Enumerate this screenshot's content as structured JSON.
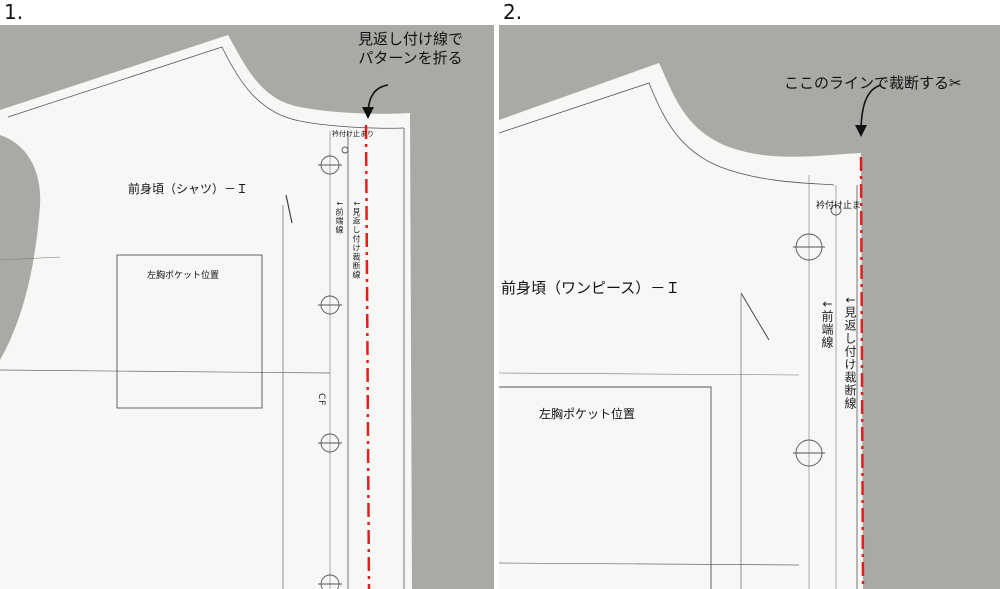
{
  "steps": [
    {
      "number": "1.",
      "pattern_title": "前身頃（シャツ）－Ｉ",
      "pocket_label": "左胸ポケット位置",
      "collar_stop": "衿付け止まり",
      "front_edge_line": "↓前端線",
      "facing_line": "↓見返し付け裁断線",
      "center_front": "CF",
      "callout_line1": "見返し付け線で",
      "callout_line2": "パターンを折る"
    },
    {
      "number": "2.",
      "pattern_title": "前身頃（ワンピース）－Ｉ",
      "pocket_label": "左胸ポケット位置",
      "collar_stop": "衿付け止ま",
      "front_edge_line": "↓前端線",
      "facing_line": "↓見返し付け裁断線",
      "callout": "ここのラインで裁断する✂"
    }
  ],
  "colors": {
    "background": "#a9a9a6",
    "paper": "#f7f7f5",
    "pattern_line": "#4a4a4a",
    "cut_line": "#e0201f"
  }
}
